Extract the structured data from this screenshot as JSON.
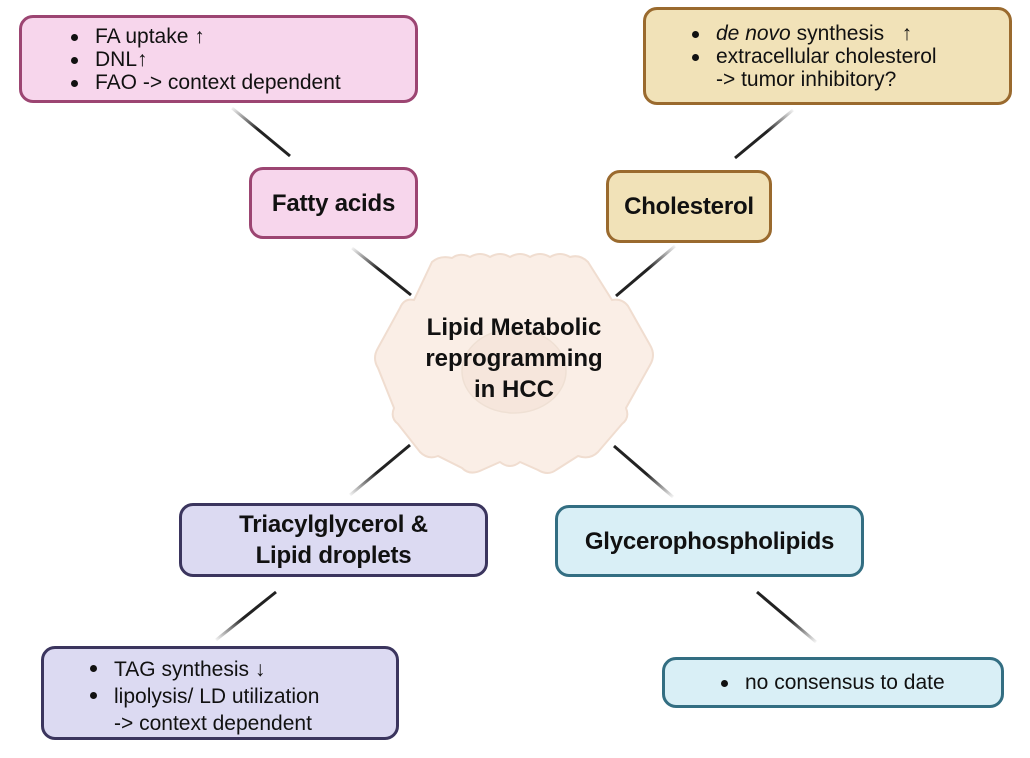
{
  "center": {
    "title_lines": [
      "Lipid Metabolic",
      "reprogramming",
      "in HCC"
    ],
    "icon": "hepatocyte-cell-icon",
    "fill": "#faeee6",
    "stroke": "#f0ddd0"
  },
  "categories": [
    {
      "id": "fatty-acids",
      "label": "Fatty acids",
      "fill": "#f7d6ec",
      "border": "#9c4572"
    },
    {
      "id": "cholesterol",
      "label": "Cholesterol",
      "fill": "#f1e2b8",
      "border": "#9a6a2e"
    },
    {
      "id": "triacylglycerol",
      "label_lines": [
        "Triacylglycerol &",
        "Lipid droplets"
      ],
      "fill": "#dcdaf2",
      "border": "#3b355e"
    },
    {
      "id": "glycerophospholipids",
      "label": "Glycerophospholipids",
      "fill": "#d9eff6",
      "border": "#336e82"
    }
  ],
  "details": {
    "fatty_acids": {
      "items": [
        {
          "text": "FA uptake ↑"
        },
        {
          "text": "DNL↑"
        },
        {
          "text": "FAO -> context dependent"
        }
      ]
    },
    "cholesterol": {
      "items": [
        {
          "italic": "de novo",
          "text": " synthesis   ↑"
        },
        {
          "text": "extracellular cholesterol",
          "continuation": "-> tumor inhibitory?"
        }
      ]
    },
    "triacylglycerol": {
      "items": [
        {
          "text": "TAG synthesis ↓"
        },
        {
          "text": "lipolysis/ LD utilization",
          "continuation": "-> context dependent"
        }
      ]
    },
    "glycerophospholipids": {
      "items": [
        {
          "text": "no consensus to date"
        }
      ]
    }
  },
  "connector_color": "#222222"
}
